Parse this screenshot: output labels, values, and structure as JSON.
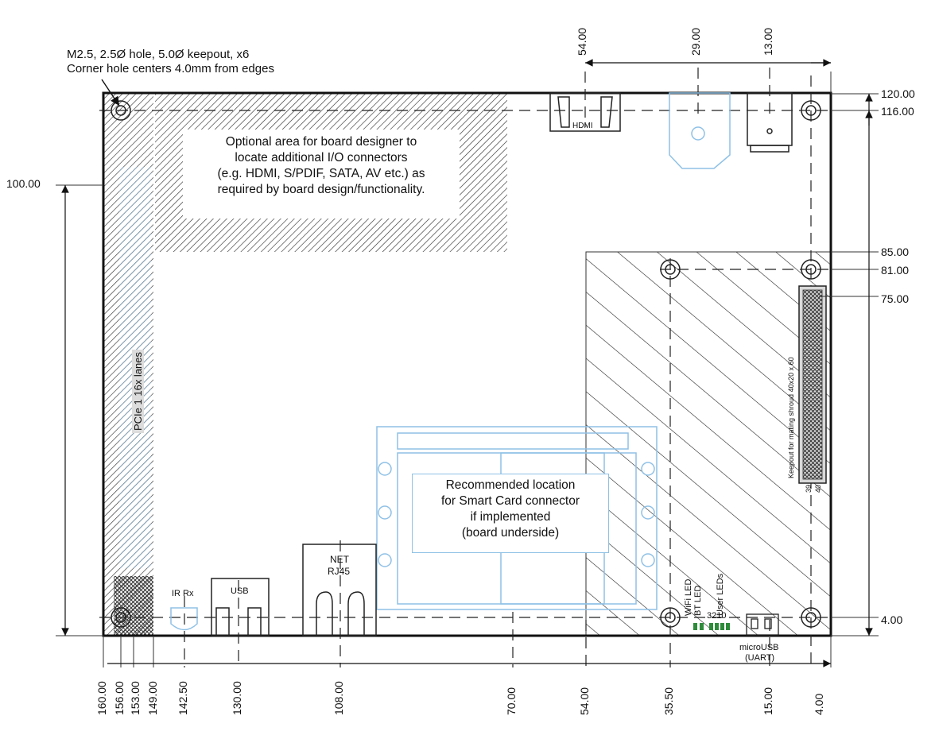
{
  "notes": {
    "holes_line1": "M2.5, 2.5Ø hole, 5.0Ø keepout, x6",
    "holes_line2": "Corner hole centers 4.0mm from edges"
  },
  "optional_area": {
    "lines": [
      "Optional area for board designer to",
      "locate additional I/O connectors",
      "(e.g. HDMI, S/PDIF, SATA, AV etc.) as",
      "required by board design/functionality."
    ]
  },
  "smart_card": {
    "lines": [
      "Recommended location",
      "for Smart Card connector",
      "if implemented",
      "(board underside)"
    ]
  },
  "labels": {
    "hdmi": "HDMI",
    "pcie": "PCIe 1 16x lanes",
    "ir": "IR Rx",
    "usb": "USB",
    "net": "NET",
    "rj45": "RJ45",
    "wifi_led": "WiFi LED",
    "bt_led": "BT LED",
    "user_leds": "User LEDs",
    "led_numbers": "3210",
    "microusb": "microUSB",
    "uart": "(UART)",
    "keepout": "Keepout for mating shroud 40x20 x 60",
    "pin39": "39",
    "pin40": "40"
  },
  "dims_top": [
    "54.00",
    "29.00",
    "13.00"
  ],
  "dims_right": [
    "120.00",
    "116.00",
    "85.00",
    "81.00",
    "75.00",
    "4.00"
  ],
  "dims_left": [
    "100.00"
  ],
  "dims_bottom": [
    "160.00",
    "156.00",
    "153.00",
    "149.00",
    "142.50",
    "130.00",
    "108.00",
    "70.00",
    "54.00",
    "35.50",
    "15.00",
    "4.00"
  ],
  "colors": {
    "outline": "#111111",
    "hatch": "#333333",
    "blue": "#6ab0e0",
    "blue_fill": "#a8d0ef"
  }
}
